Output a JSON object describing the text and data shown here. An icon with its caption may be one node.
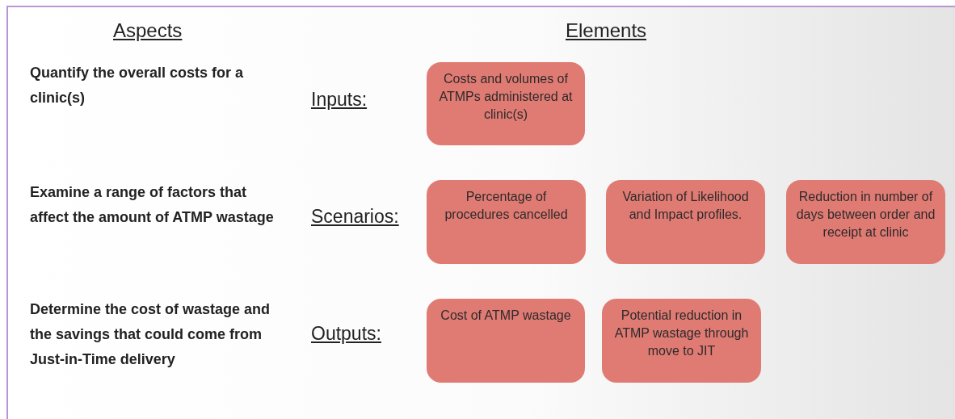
{
  "diagram": {
    "nodes": [
      {
        "text": [
          "Costs and volumes of ATMPs administered at clinic(s)"
        ]
      },
      {
        "text": [
          "Percentage of procedures cancelled"
        ]
      },
      {
        "text": [
          "Variation of Likelihood and Impact profiles."
        ]
      },
      {
        "text": [
          "Reduction in number of days between order and receipt at clinic"
        ]
      },
      {
        "text": [
          "Cost of ATMP wastage"
        ]
      },
      {
        "text": [
          "Potential reduction in  ATMP wastage through move to JIT"
        ]
      }
    ],
    "labels": [
      "Aspects",
      "Elements",
      "Quantify the overall costs for a clinic(s)",
      "Inputs:",
      "Examine a range of factors that affect the amount of ATMP wastage",
      "Scenarios:",
      "Determine the cost of wastage and the savings that could come from Just-in-Time delivery",
      "Outputs:"
    ]
  }
}
